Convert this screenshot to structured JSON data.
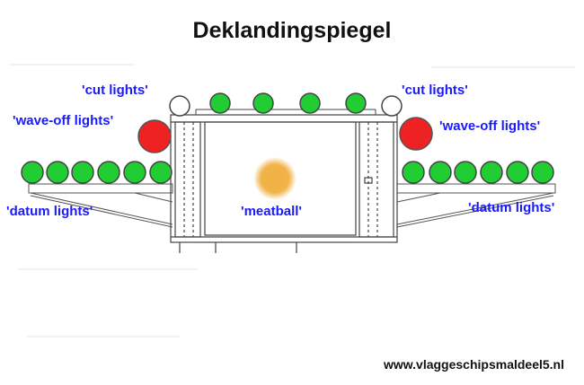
{
  "title": "Deklandingspiegel",
  "labels": {
    "cut_left": "'cut lights'",
    "cut_right": "'cut lights'",
    "waveoff_left": "'wave-off lights'",
    "waveoff_right": "'wave-off lights'",
    "datum_left": "'datum lights'",
    "datum_right": "'datum lights'",
    "meatball": "'meatball'"
  },
  "credit": "www.vlaggeschipsmaldeel5.nl",
  "colors": {
    "label_text": "#1a1aff",
    "datum_light": "#22cc33",
    "wave_off_light": "#ee2222",
    "cut_light": "#ffffff",
    "meatball": "#f0b040",
    "line_art": "#555555"
  }
}
